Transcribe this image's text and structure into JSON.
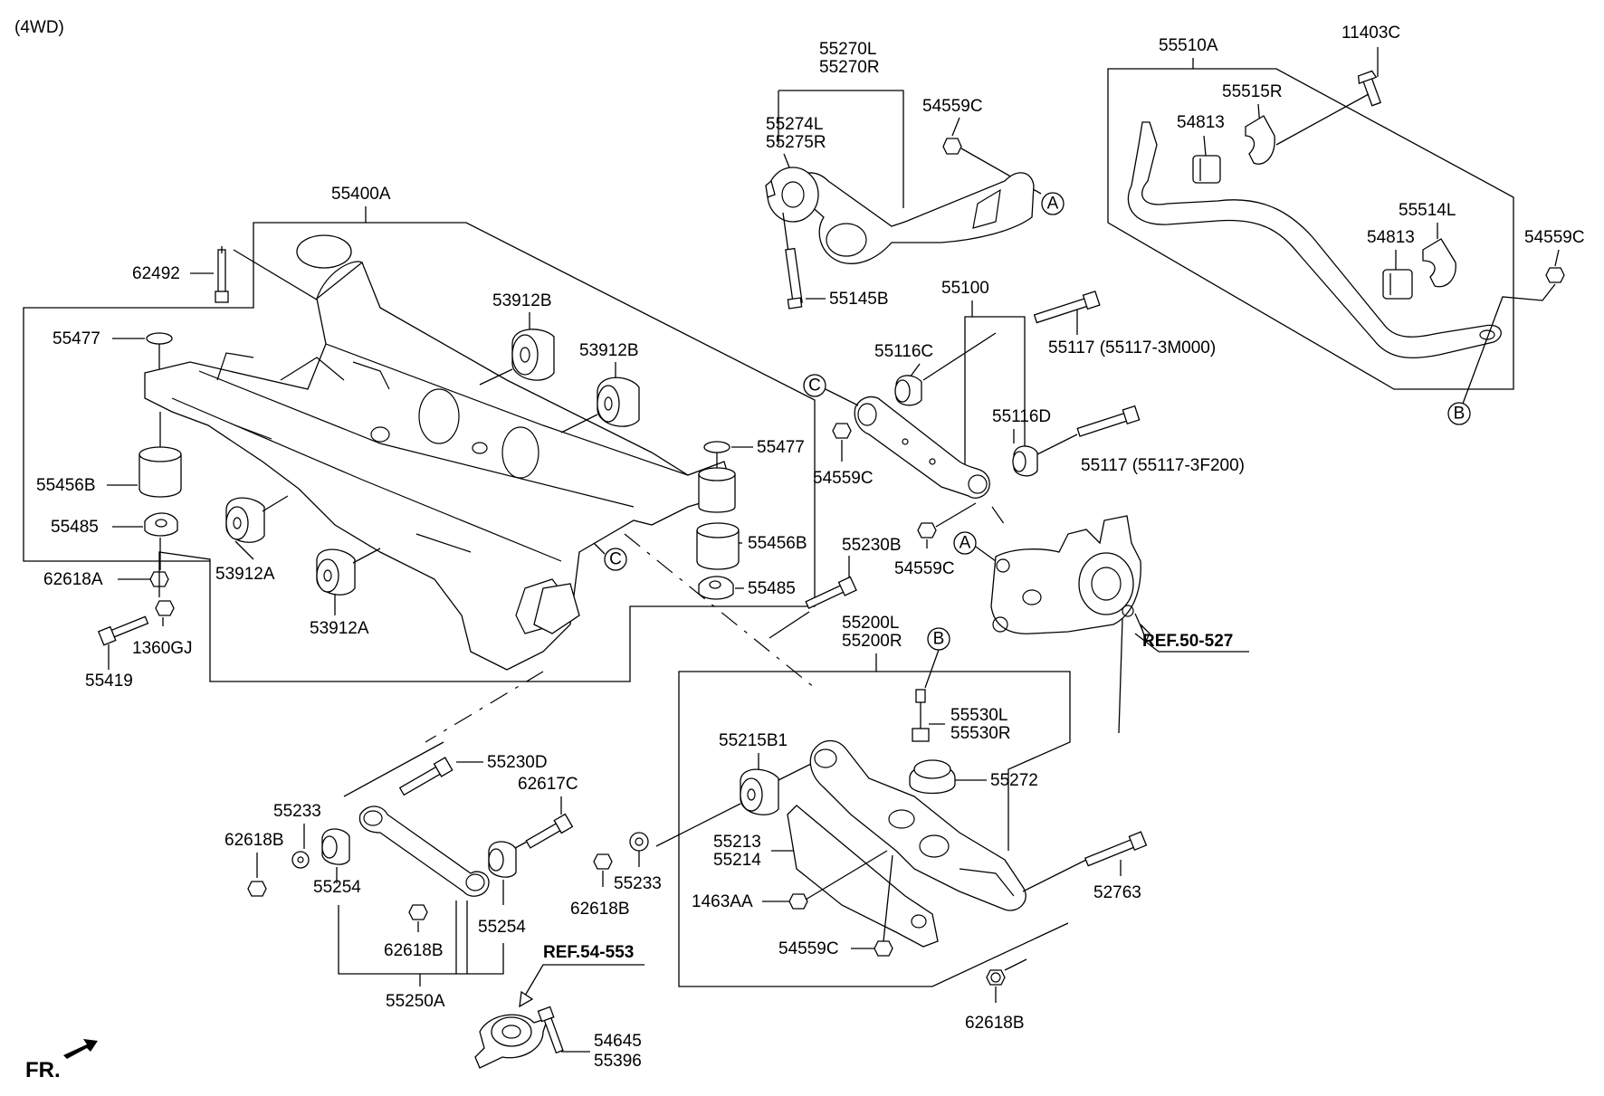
{
  "title": "(4WD)",
  "refs": [
    "REF.50-527",
    "REF.54-553"
  ],
  "front_marker": "FR.",
  "callouts": [
    "A",
    "B",
    "C"
  ],
  "parts": {
    "p55270": [
      "55270L",
      "55270R"
    ],
    "p55274": [
      "55274L",
      "55275R"
    ],
    "p54559C": "54559C",
    "p55145B": "55145B",
    "p55510A": "55510A",
    "p11403C": "11403C",
    "p55515R": "55515R",
    "p54813": "54813",
    "p55514L": "55514L",
    "p55400A": "55400A",
    "p62492": "62492",
    "p55477": "55477",
    "p53912B": "53912B",
    "p55456B": "55456B",
    "p55485": "55485",
    "p62618A": "62618A",
    "p53912A": "53912A",
    "p1360GJ": "1360GJ",
    "p55419": "55419",
    "p55100": "55100",
    "p55117a": "55117 (55117-3M000)",
    "p55117b": "55117 (55117-3F200)",
    "p55116C": "55116C",
    "p55116D": "55116D",
    "p55230B": "55230B",
    "p55200": [
      "55200L",
      "55200R"
    ],
    "p55530": [
      "55530L",
      "55530R"
    ],
    "p55215B1": "55215B1",
    "p55272": "55272",
    "p55213": [
      "55213",
      "55214"
    ],
    "p1463AA": "1463AA",
    "p52763": "52763",
    "p62618B": "62618B",
    "p55233": "55233",
    "p55230D": "55230D",
    "p62617C": "62617C",
    "p55254": "55254",
    "p55250A": "55250A",
    "p54645": [
      "54645",
      "55396"
    ]
  }
}
